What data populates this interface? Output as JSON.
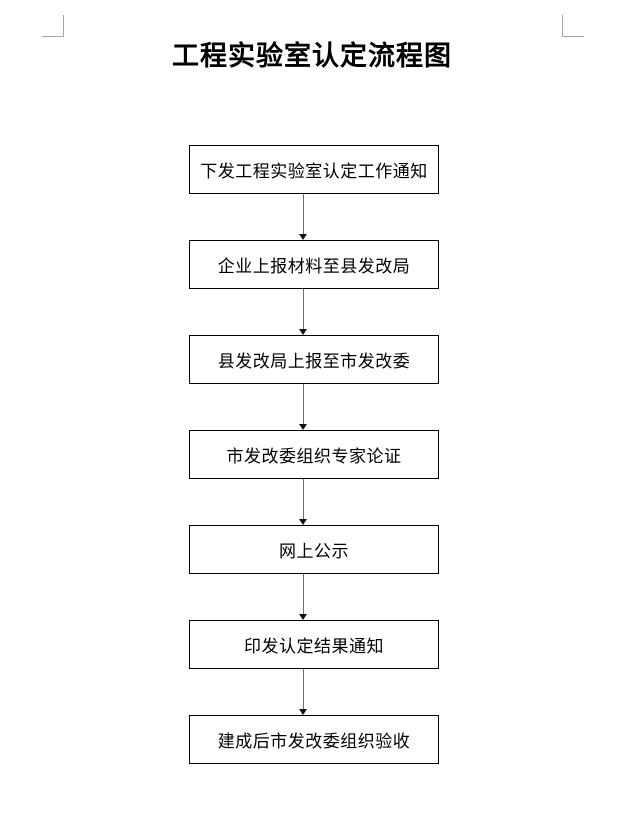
{
  "page": {
    "title": "工程实验室认定流程图"
  },
  "flowchart": {
    "type": "top-down-flow",
    "connector": "arrow-down",
    "nodes": [
      {
        "label": "下发工程实验室认定工作通知"
      },
      {
        "label": "企业上报材料至县发改局"
      },
      {
        "label": "县发改局上报至市发改委"
      },
      {
        "label": "市发改委组织专家论证"
      },
      {
        "label": "网上公示"
      },
      {
        "label": "印发认定结果通知"
      },
      {
        "label": "建成后市发改委组织验收"
      }
    ]
  },
  "colors": {
    "page_background": "#ffffff",
    "title_text": "#000000",
    "box_border": "#000000",
    "box_text": "#000000",
    "arrow": "#6e6e6e",
    "arrow_head": "#111111",
    "margin_mark": "#a6a6a6"
  }
}
